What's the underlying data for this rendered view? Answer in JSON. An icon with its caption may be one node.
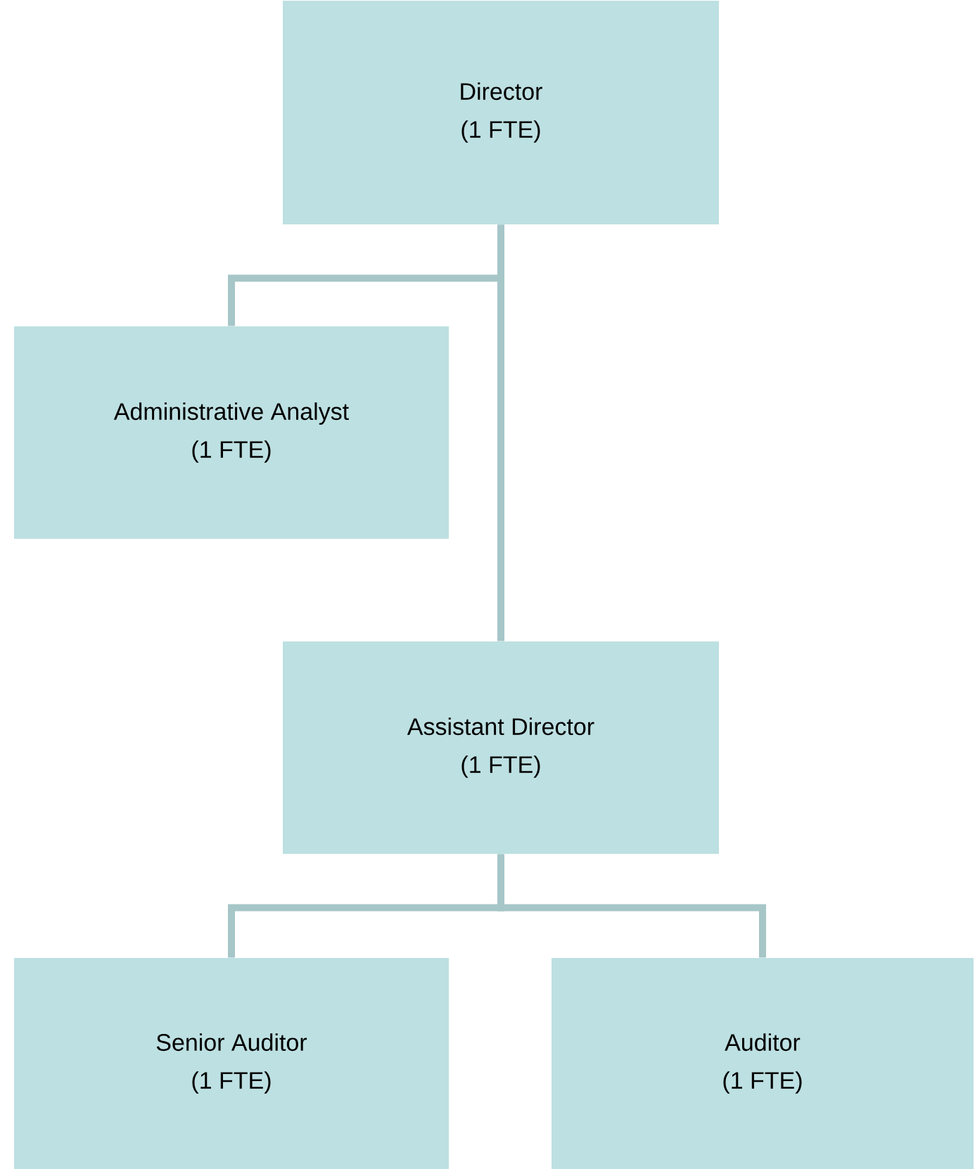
{
  "diagram": {
    "nodes": [
      {
        "text": [
          "Director",
          "(1 FTE)"
        ]
      },
      {
        "text": [
          "Administrative Analyst",
          "(1 FTE)"
        ]
      },
      {
        "text": [
          "Assistant Director",
          "(1 FTE)"
        ]
      },
      {
        "text": [
          "Senior Auditor",
          "(1 FTE)"
        ]
      },
      {
        "text": [
          "Auditor",
          "(1 FTE)"
        ]
      }
    ],
    "edges": [
      {
        "from": 0,
        "to": 2,
        "arrow": "none"
      },
      {
        "from": 0,
        "to": 1,
        "arrow": "none"
      },
      {
        "from": 2,
        "to": 3,
        "arrow": "none"
      },
      {
        "from": 2,
        "to": 4,
        "arrow": "none"
      }
    ]
  }
}
